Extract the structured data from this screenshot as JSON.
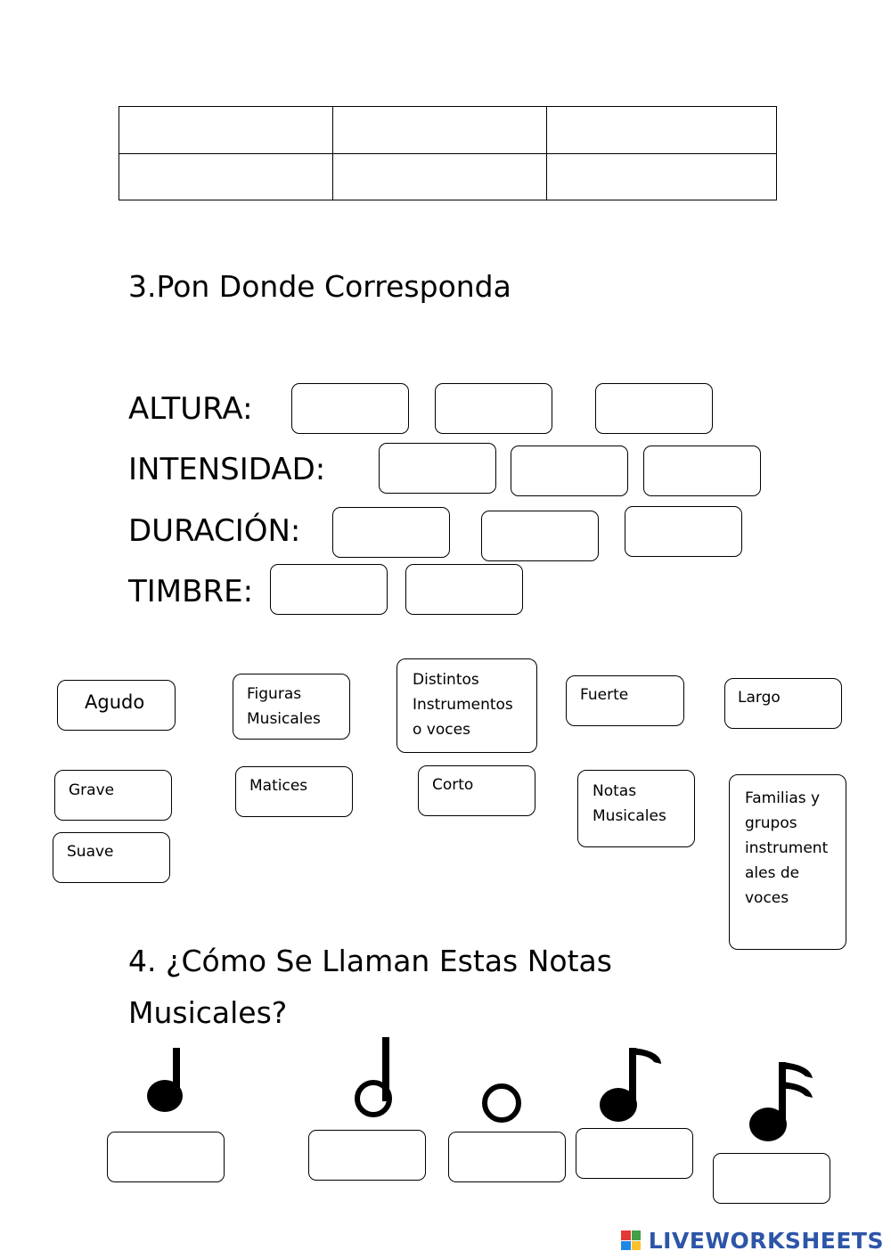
{
  "top_table": {
    "rows": [
      [
        "",
        "",
        ""
      ],
      [
        "",
        "",
        ""
      ]
    ]
  },
  "section3": {
    "title": "3.Pon Donde Corresponda",
    "categories": [
      {
        "label": "ALTURA:",
        "slots": 3
      },
      {
        "label": "INTENSIDAD:",
        "slots": 3
      },
      {
        "label": "DURACIÓN:",
        "slots": 3
      },
      {
        "label": "TIMBRE:",
        "slots": 2
      }
    ],
    "options": [
      {
        "id": "agudo",
        "lines": [
          "Agudo"
        ]
      },
      {
        "id": "figuras",
        "lines": [
          "Figuras",
          "Musicales"
        ]
      },
      {
        "id": "distintos",
        "lines": [
          "Distintos",
          "Instrumentos",
          "o voces"
        ]
      },
      {
        "id": "fuerte",
        "lines": [
          "Fuerte"
        ]
      },
      {
        "id": "largo",
        "lines": [
          "Largo"
        ]
      },
      {
        "id": "grave",
        "lines": [
          "Grave"
        ]
      },
      {
        "id": "matices",
        "lines": [
          "Matices"
        ]
      },
      {
        "id": "corto",
        "lines": [
          "Corto"
        ]
      },
      {
        "id": "notas",
        "lines": [
          "Notas",
          "Musicales"
        ]
      },
      {
        "id": "familias",
        "lines": [
          "Familias y",
          "grupos",
          "instrument",
          "ales de",
          "voces"
        ]
      },
      {
        "id": "suave",
        "lines": [
          "Suave"
        ]
      }
    ]
  },
  "section4": {
    "title_line1": "4. ¿Cómo Se Llaman Estas Notas",
    "title_line2": "Musicales?",
    "notes": [
      "quarter-note-icon",
      "half-note-icon",
      "whole-note-icon",
      "eighth-note-icon",
      "sixteenth-note-icon"
    ]
  },
  "brand": {
    "text": "LIVEWORKSHEETS",
    "colors": [
      "#e53935",
      "#43a047",
      "#1e88e5",
      "#fbc02d"
    ]
  }
}
